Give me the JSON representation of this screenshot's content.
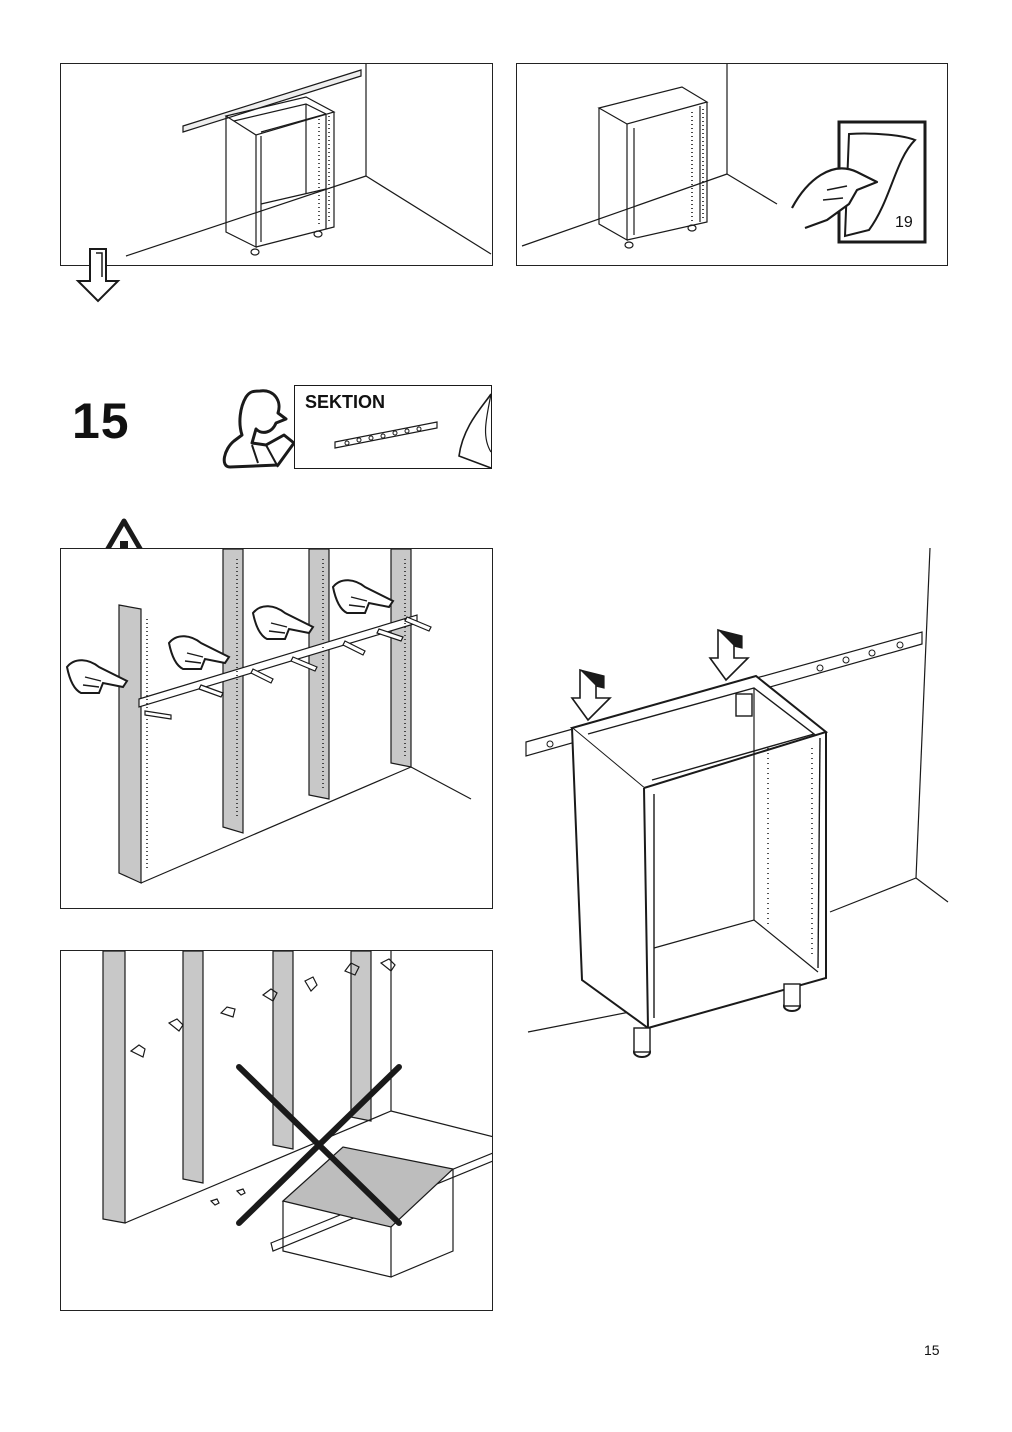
{
  "step": {
    "number": "15"
  },
  "reference_booklet": {
    "label": "SEKTION"
  },
  "panels": {
    "see_page": "19"
  },
  "footer": {
    "page_number": "15"
  },
  "colors": {
    "line": "#1a1a1a",
    "shade": "#c8c8c8",
    "background": "#ffffff"
  },
  "icons": [
    "down-arrow-icon",
    "person-reading-manual-icon",
    "hand-turning-page-icon",
    "warning-triangle-icon",
    "pointing-hand-icon",
    "cross-out-icon",
    "push-down-arrow-icon"
  ]
}
